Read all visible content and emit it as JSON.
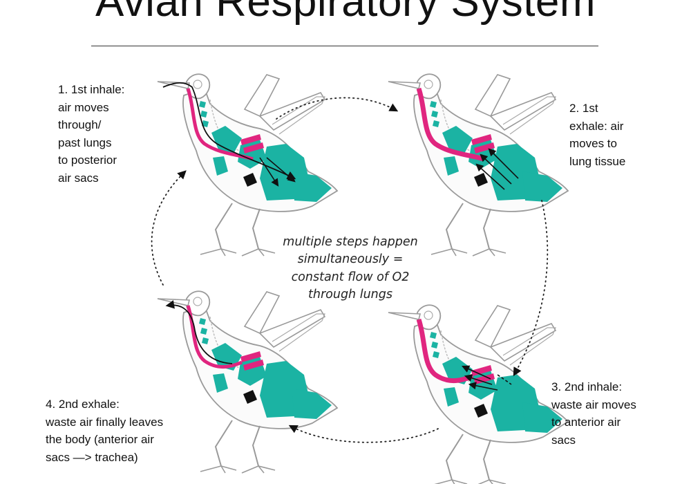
{
  "title": "Avian Respiratory System",
  "steps": [
    {
      "text": "1. 1st inhale:\nair moves\nthrough/\npast lungs\nto posterior\nair sacs"
    },
    {
      "text": "2. 1st\nexhale: air\nmoves to\nlung tissue"
    },
    {
      "text": "3. 2nd inhale:\nwaste air moves\nto anterior air\nsacs"
    },
    {
      "text": "4. 2nd exhale:\nwaste air finally leaves\nthe body (anterior air\nsacs —> trachea)"
    }
  ],
  "center_note": "multiple steps happen\nsimultaneously =\nconstant flow of O2\nthrough lungs",
  "colors": {
    "air_sac": "#1bb3a3",
    "trachea": "#e0257f",
    "outline": "#9a9a9a",
    "arrow": "#111111"
  }
}
